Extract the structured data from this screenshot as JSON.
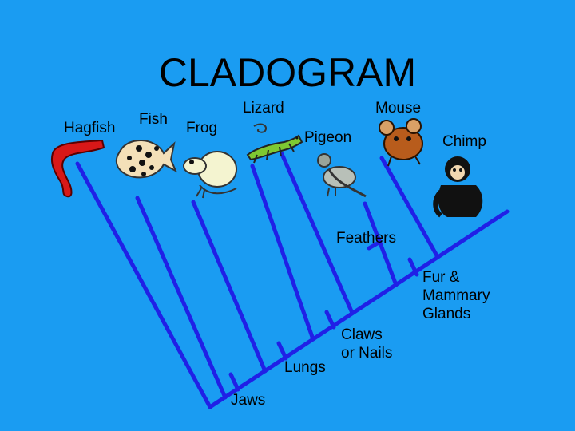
{
  "title": "CLADOGRAM",
  "taxa": {
    "hagfish": "Hagfish",
    "fish": "Fish",
    "frog": "Frog",
    "lizard": "Lizard",
    "pigeon": "Pigeon",
    "mouse": "Mouse",
    "chimp": "Chimp"
  },
  "traits": {
    "jaws": "Jaws",
    "lungs": "Lungs",
    "claws_line1": "Claws",
    "claws_line2": "or Nails",
    "feathers": "Feathers",
    "fur_line1": "Fur &",
    "fur_line2": "Mammary",
    "fur_line3": "Glands"
  },
  "colors": {
    "background": "#1a9cf2",
    "branch": "#2020e6"
  },
  "icons": [
    "hagfish-icon",
    "fish-icon",
    "frog-icon",
    "lizard-icon",
    "pigeon-icon",
    "mouse-icon",
    "chimp-icon"
  ]
}
